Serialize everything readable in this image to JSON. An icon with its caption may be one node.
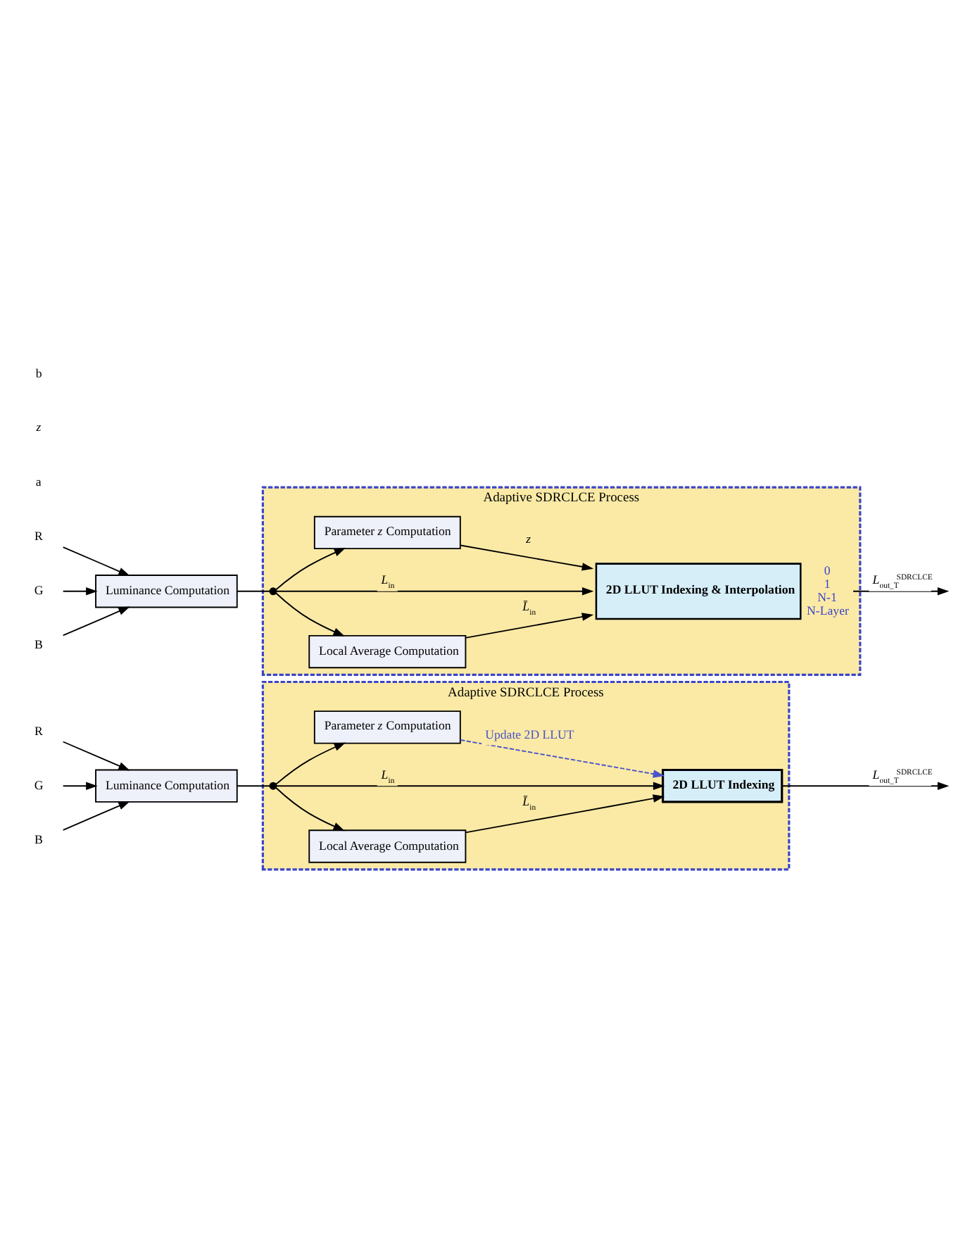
{
  "diagram": {
    "nodes": [
      {
        "text": [
          "Luminance Computation"
        ]
      },
      {
        "text": [
          "Adaptive SDRCLCE Process"
        ]
      },
      {
        "text": [],
        "shape": "circle",
        "in": 1
      },
      {
        "text": [
          "Local Average Computation"
        ],
        "in": 1
      },
      {
        "text": [
          "2D LLUT Indexing"
        ],
        "in": 1
      },
      {
        "text": [
          "Parameter *z* Computation"
        ],
        "in": 1
      },
      {
        "text": [
          "R"
        ]
      },
      {
        "text": [
          "G"
        ]
      },
      {
        "text": [
          "B"
        ]
      },
      {
        "text": [
          "Luminance Computation"
        ]
      },
      {
        "text": [
          "Adaptive SDRCLCE Process"
        ]
      },
      {
        "text": [],
        "shape": "circle",
        "in": 10
      },
      {
        "text": [
          "Local Average Computation"
        ],
        "in": 10
      },
      {
        "text": [
          "2D LLUT Indexing & Interpolation"
        ],
        "in": 10,
        "beside": [
          "0",
          "1",
          "N-1",
          "N-Layer"
        ]
      },
      {
        "text": [
          "Parameter *z* Computation"
        ],
        "in": 10
      },
      {
        "text": [
          "R"
        ]
      },
      {
        "text": [
          "G"
        ]
      },
      {
        "text": [
          "B"
        ]
      }
    ],
    "edges": [
      {
        "from": 6,
        "to": 0,
        "arrow": "to"
      },
      {
        "from": 7,
        "to": 0,
        "arrow": "to"
      },
      {
        "from": 8,
        "to": 0,
        "arrow": "to"
      },
      {
        "from": 0,
        "to": 2,
        "arrow": "none"
      },
      {
        "from": 2,
        "to": 3,
        "arrow": "to"
      },
      {
        "from": 2,
        "to": 4,
        "arrow": "to",
        "label": "*L*$_{in}$"
      },
      {
        "from": 2,
        "to": 5,
        "arrow": "to"
      },
      {
        "from": 3,
        "to": 4,
        "arrow": "to",
        "label": "*L̄*$_{in}$"
      },
      {
        "from": 4,
        "to": null,
        "arrow": "to",
        "label": "*L*$_{out_T}$$^{SDRCLCE}$"
      },
      {
        "from": 5,
        "to": 4,
        "arrow": "to",
        "style": "dashed",
        "color": "#4a55c8",
        "label": "Update 2D LLUT"
      },
      {
        "from": 15,
        "to": 9,
        "arrow": "to"
      },
      {
        "from": 16,
        "to": 9,
        "arrow": "to"
      },
      {
        "from": 17,
        "to": 9,
        "arrow": "to"
      },
      {
        "from": 9,
        "to": 11,
        "arrow": "none"
      },
      {
        "from": 11,
        "to": 12,
        "arrow": "to"
      },
      {
        "from": 11,
        "to": 13,
        "arrow": "to",
        "label": "*L*$_{in}$"
      },
      {
        "from": 11,
        "to": 14,
        "arrow": "to"
      },
      {
        "from": 12,
        "to": 13,
        "arrow": "to",
        "label": "*L̄*$_{in}$"
      },
      {
        "from": 13,
        "to": null,
        "arrow": "to",
        "label": "*L*$_{out_T}$$^{SDRCLCE}$"
      },
      {
        "from": 14,
        "to": 13,
        "arrow": "to",
        "label": "*z*"
      }
    ],
    "labels": [
      "a",
      "*z*",
      "b"
    ]
  }
}
